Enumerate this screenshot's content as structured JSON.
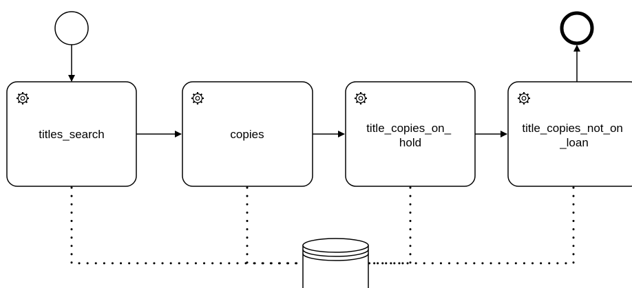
{
  "diagram": {
    "tasks": [
      {
        "id": "titles_search",
        "label_lines": [
          "titles_search"
        ],
        "icon": "gear-icon"
      },
      {
        "id": "copies",
        "label_lines": [
          "copies"
        ],
        "icon": "gear-icon"
      },
      {
        "id": "title_copies_on_hold",
        "label_lines": [
          "title_copies_on_",
          "hold"
        ],
        "icon": "gear-icon"
      },
      {
        "id": "title_copies_not_on_loan",
        "label_lines": [
          "title_copies_not_on",
          "_loan"
        ],
        "icon": "gear-icon"
      }
    ],
    "start_event": {
      "icon": "start-event-circle"
    },
    "end_event": {
      "icon": "end-event-circle"
    },
    "data_store": {
      "icon": "database-cylinder-icon"
    },
    "colors": {
      "stroke": "#000000",
      "fill": "#ffffff"
    }
  }
}
